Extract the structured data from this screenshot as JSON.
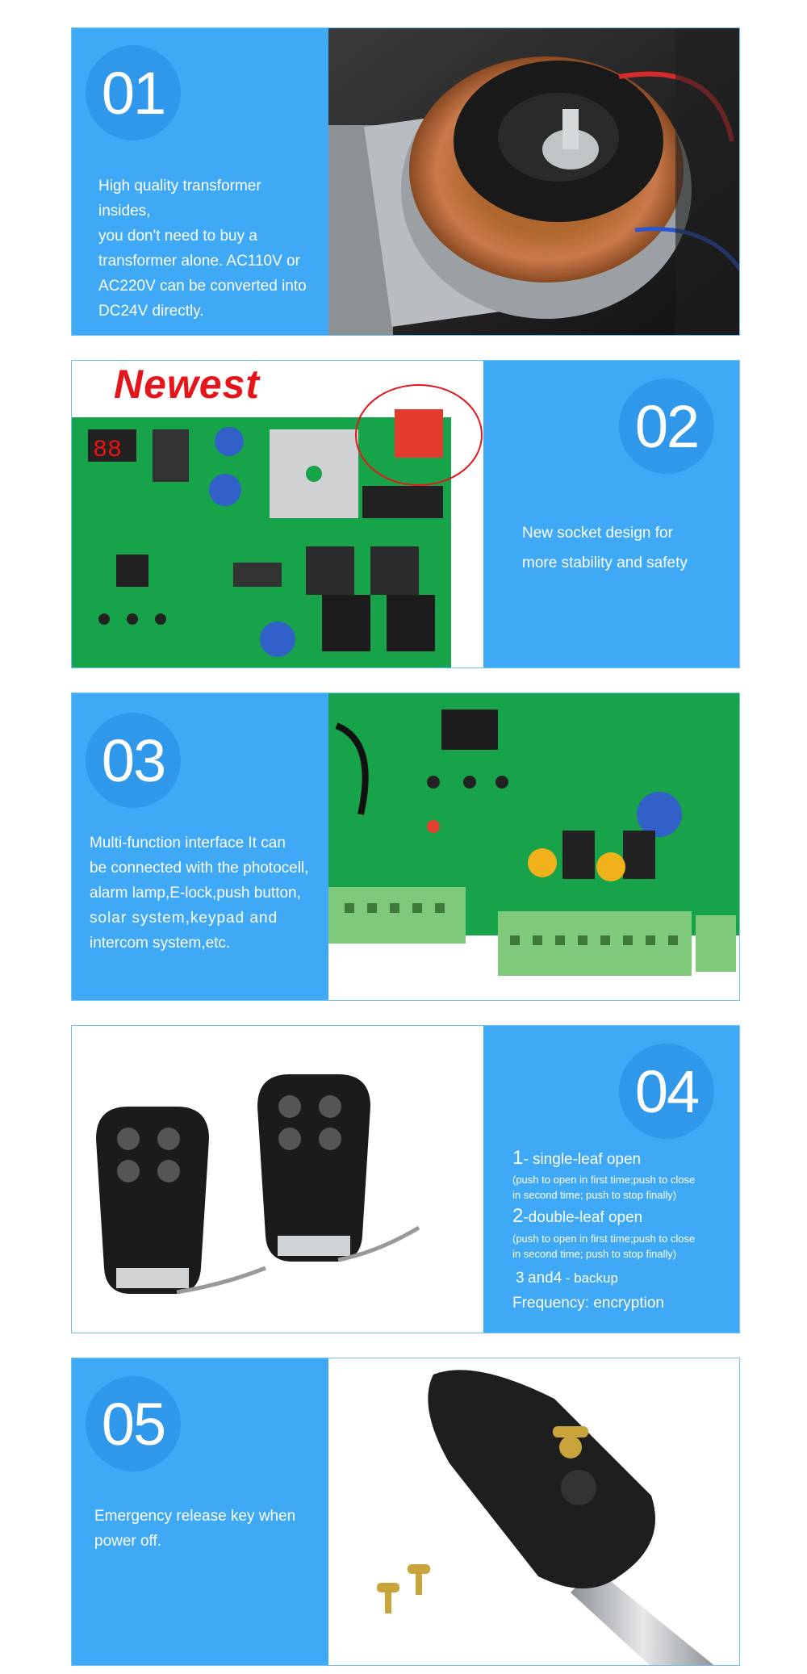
{
  "panels": [
    {
      "number": "01",
      "description": "High quality transformer insides, you don't need to buy a transformer alone. AC110V or AC220V can be converted into DC24V directly.",
      "lines": [
        "High quality transformer insides,",
        "you don't need to buy a",
        "transformer alone. AC110V or",
        "AC220V can be converted into",
        "DC24V directly."
      ]
    },
    {
      "number": "02",
      "badge": "Newest",
      "lines": [
        "New socket design for",
        "more stability and safety"
      ]
    },
    {
      "number": "03",
      "lines": [
        "Multi-function interface It can",
        "be connected with the photocell,",
        "alarm lamp,E-lock,push button,",
        "solar system,keypad and",
        "intercom system,etc."
      ]
    },
    {
      "number": "04",
      "specs": {
        "item1_num": "1",
        "item1_label": "- single-leaf open",
        "item1_note_1": "(push to open in first time;push to close",
        "item1_note_2": "in second time; push to stop finally)",
        "item2_num": "2",
        "item2_label": "-double-leaf open",
        "item2_note_1": "(push to open in first time;push to close",
        "item2_note_2": "in second time; push to stop finally)",
        "item3_num": "3",
        "item3_and": "and",
        "item3_num2": "4",
        "item3_label": "-  backup",
        "frequency": "Frequency: encryption"
      }
    },
    {
      "number": "05",
      "lines": [
        "Emergency release key when",
        "power off."
      ]
    }
  ],
  "colors": {
    "accent_blue": "#3fa9f5",
    "circle_blue": "#2f98ea",
    "newest_red": "#e4161b"
  }
}
